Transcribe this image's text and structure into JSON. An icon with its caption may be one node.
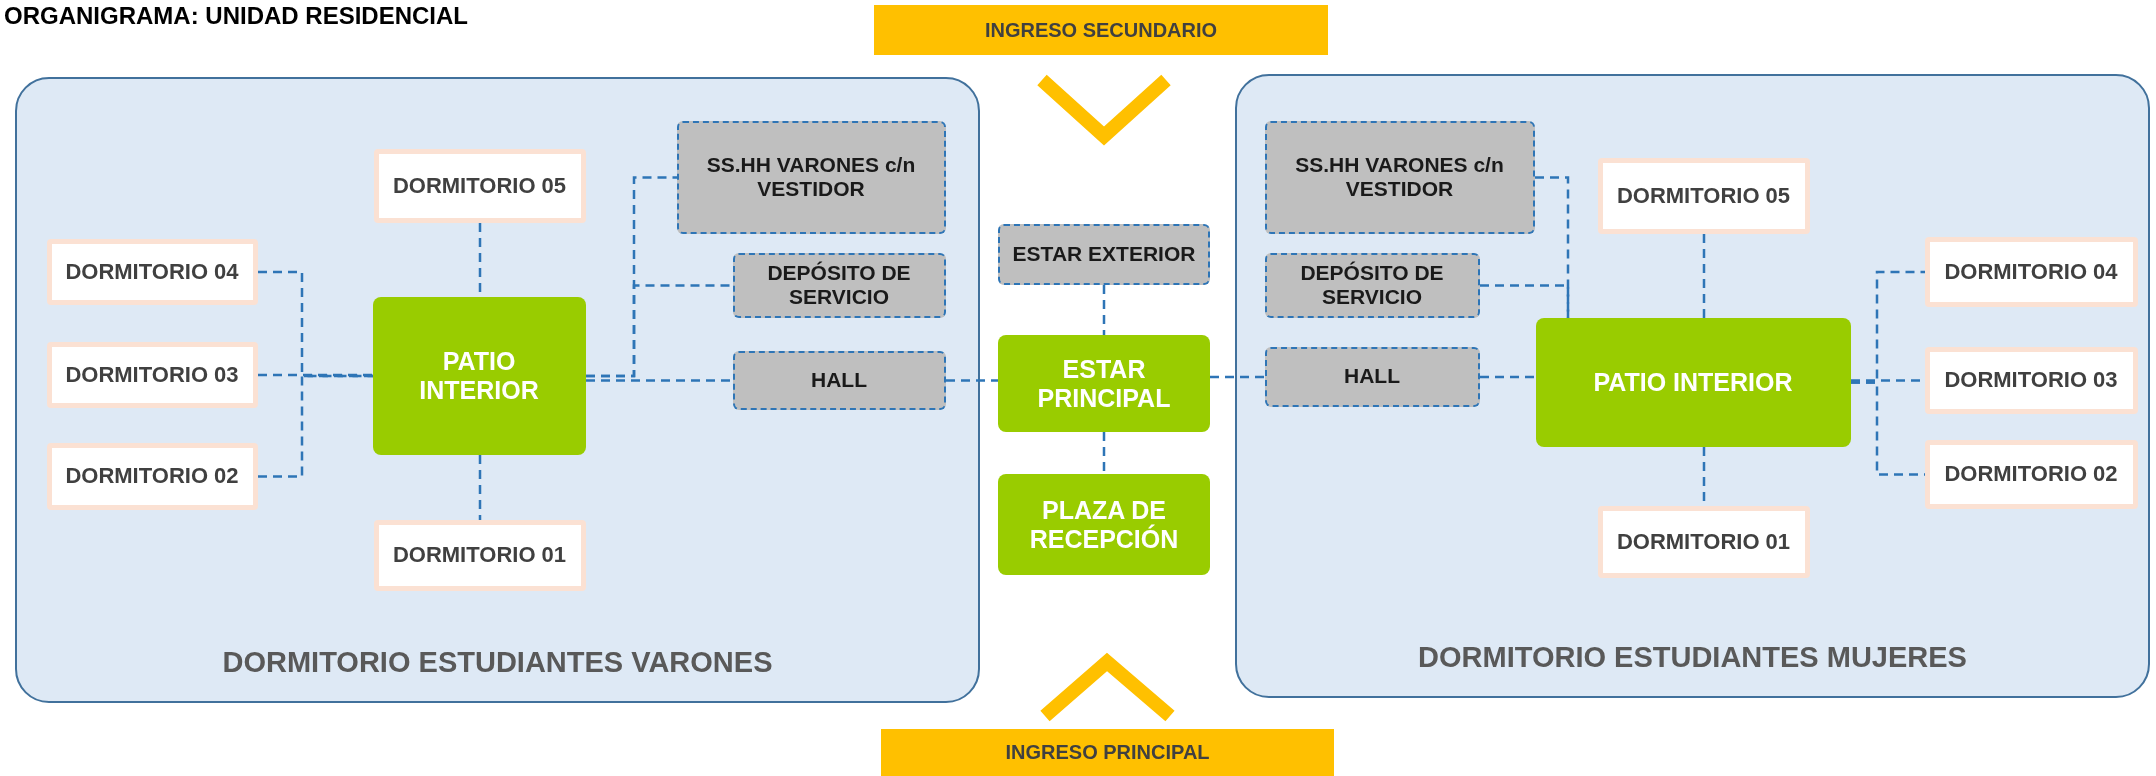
{
  "diagram": {
    "title": "ORGANIGRAMA: UNIDAD RESIDENCIAL",
    "nodes": [
      {
        "text": [
          "DORMITORIO ESTUDIANTES VARONES"
        ]
      },
      {
        "text": [
          "DORMITORIO 05"
        ],
        "in": 0
      },
      {
        "text": [
          "DORMITORIO 04"
        ],
        "in": 0
      },
      {
        "text": [
          "DORMITORIO 03"
        ],
        "in": 0
      },
      {
        "text": [
          "DORMITORIO 02"
        ],
        "in": 0
      },
      {
        "text": [
          "PATIO INTERIOR"
        ],
        "in": 0
      },
      {
        "text": [
          "DORMITORIO 01"
        ],
        "in": 0
      },
      {
        "text": [
          "SS.HH VARONES c/n VESTIDOR"
        ],
        "in": 0
      },
      {
        "text": [
          "DEPÓSITO DE SERVICIO"
        ],
        "in": 0
      },
      {
        "text": [
          "HALL"
        ],
        "in": 0
      },
      {
        "text": [
          "INGRESO SECUNDARIO"
        ]
      },
      {
        "text": [
          "ESTAR EXTERIOR"
        ]
      },
      {
        "text": [
          "ESTAR PRINCIPAL"
        ]
      },
      {
        "text": [
          "PLAZA DE RECEPCIÓN"
        ]
      },
      {
        "text": [
          "INGRESO PRINCIPAL"
        ]
      },
      {
        "text": [
          "DORMITORIO ESTUDIANTES MUJERES"
        ]
      },
      {
        "text": [
          "SS.HH VARONES c/n VESTIDOR"
        ],
        "in": 15
      },
      {
        "text": [
          "DEPÓSITO DE SERVICIO"
        ],
        "in": 15
      },
      {
        "text": [
          "HALL"
        ],
        "in": 15
      },
      {
        "text": [
          "DORMITORIO 05"
        ],
        "in": 15
      },
      {
        "text": [
          "PATIO INTERIOR"
        ],
        "in": 15
      },
      {
        "text": [
          "DORMITORIO 04"
        ],
        "in": 15
      },
      {
        "text": [
          "DORMITORIO 03"
        ],
        "in": 15
      },
      {
        "text": [
          "DORMITORIO 02"
        ],
        "in": 15
      },
      {
        "text": [
          "DORMITORIO 01"
        ],
        "in": 15
      }
    ],
    "edges": [
      {
        "from": 1,
        "to": 5,
        "arrow": "none"
      },
      {
        "from": 2,
        "to": 5,
        "arrow": "none"
      },
      {
        "from": 3,
        "to": 5,
        "arrow": "none"
      },
      {
        "from": 4,
        "to": 5,
        "arrow": "none"
      },
      {
        "from": 5,
        "to": 6,
        "arrow": "none"
      },
      {
        "from": 5,
        "to": 7,
        "arrow": "none"
      },
      {
        "from": 5,
        "to": 8,
        "arrow": "none"
      },
      {
        "from": 5,
        "to": 9,
        "arrow": "none"
      },
      {
        "from": 9,
        "to": 12,
        "arrow": "none"
      },
      {
        "from": 11,
        "to": 12,
        "arrow": "none"
      },
      {
        "from": 12,
        "to": 13,
        "arrow": "none"
      },
      {
        "from": 12,
        "to": 18,
        "arrow": "none"
      },
      {
        "from": 18,
        "to": 20,
        "arrow": "none"
      },
      {
        "from": 16,
        "to": 20,
        "arrow": "none"
      },
      {
        "from": 17,
        "to": 20,
        "arrow": "none"
      },
      {
        "from": 19,
        "to": 20,
        "arrow": "none"
      },
      {
        "from": 20,
        "to": 21,
        "arrow": "none"
      },
      {
        "from": 20,
        "to": 22,
        "arrow": "none"
      },
      {
        "from": 20,
        "to": 23,
        "arrow": "none"
      },
      {
        "from": 20,
        "to": 24,
        "arrow": "none"
      }
    ]
  }
}
